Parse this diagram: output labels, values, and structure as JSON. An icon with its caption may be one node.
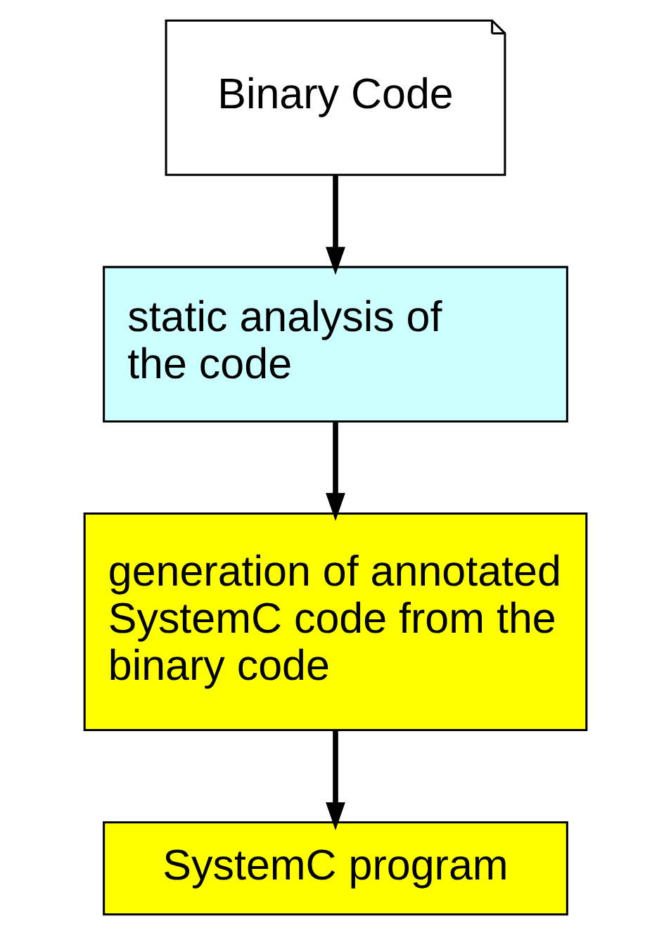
{
  "diagram": {
    "nodes": [
      {
        "text": [
          "Binary Code"
        ]
      },
      {
        "text": [
          "static analysis of the code"
        ]
      },
      {
        "text": [
          "generation of annotated SystemC code from the binary code"
        ]
      },
      {
        "text": [
          "SystemC program"
        ]
      }
    ],
    "edges": [
      {
        "from": 0,
        "to": 1,
        "arrow": "to"
      },
      {
        "from": 1,
        "to": 2,
        "arrow": "to"
      },
      {
        "from": 2,
        "to": 3,
        "arrow": "to"
      }
    ]
  }
}
